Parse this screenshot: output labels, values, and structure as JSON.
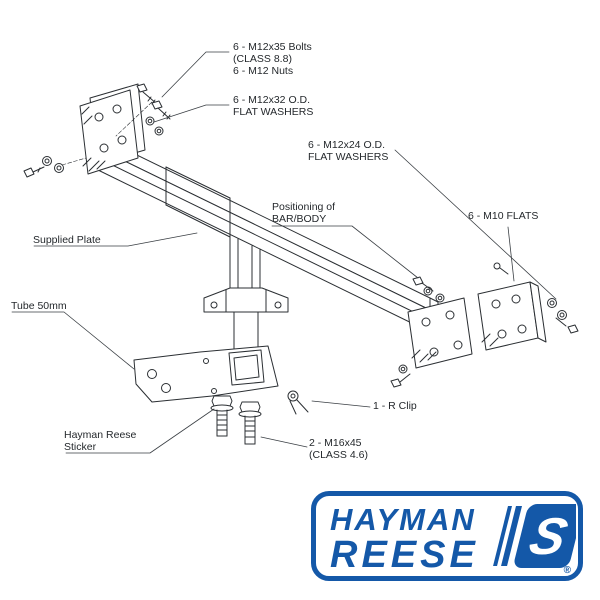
{
  "colors": {
    "logo_blue": "#1458a8",
    "line_ink": "#2b2f33"
  },
  "labels": [
    {
      "name": "m12-bolts",
      "lines": [
        "6 - M12x35 Bolts",
        "(CLASS 8.8)",
        "6 - M12 Nuts"
      ]
    },
    {
      "name": "m12-flat-washers-large",
      "lines": [
        "6 - M12x32 O.D.",
        "FLAT WASHERS"
      ]
    },
    {
      "name": "m12-flat-washers-small",
      "lines": [
        "6 - M12x24 O.D.",
        "FLAT WASHERS"
      ]
    },
    {
      "name": "bar-body-positioning",
      "lines": [
        "Positioning of",
        "BAR/BODY"
      ]
    },
    {
      "name": "m10-flats",
      "lines": [
        "6 - M10 FLATS"
      ]
    },
    {
      "name": "supplied-plate",
      "lines": [
        "Supplied Plate"
      ]
    },
    {
      "name": "tube",
      "lines": [
        "Tube 50mm"
      ]
    },
    {
      "name": "hayman-reese-sticker",
      "lines": [
        "Hayman Reese",
        "Sticker"
      ]
    },
    {
      "name": "r-clip",
      "lines": [
        "1 - R Clip"
      ]
    },
    {
      "name": "m16-bolts",
      "lines": [
        "2 - M16x45",
        "(CLASS 4.6)"
      ]
    }
  ],
  "logo": {
    "line1": "HAYMAN",
    "line2": "REESE",
    "monogram": "S",
    "registered": "®"
  }
}
